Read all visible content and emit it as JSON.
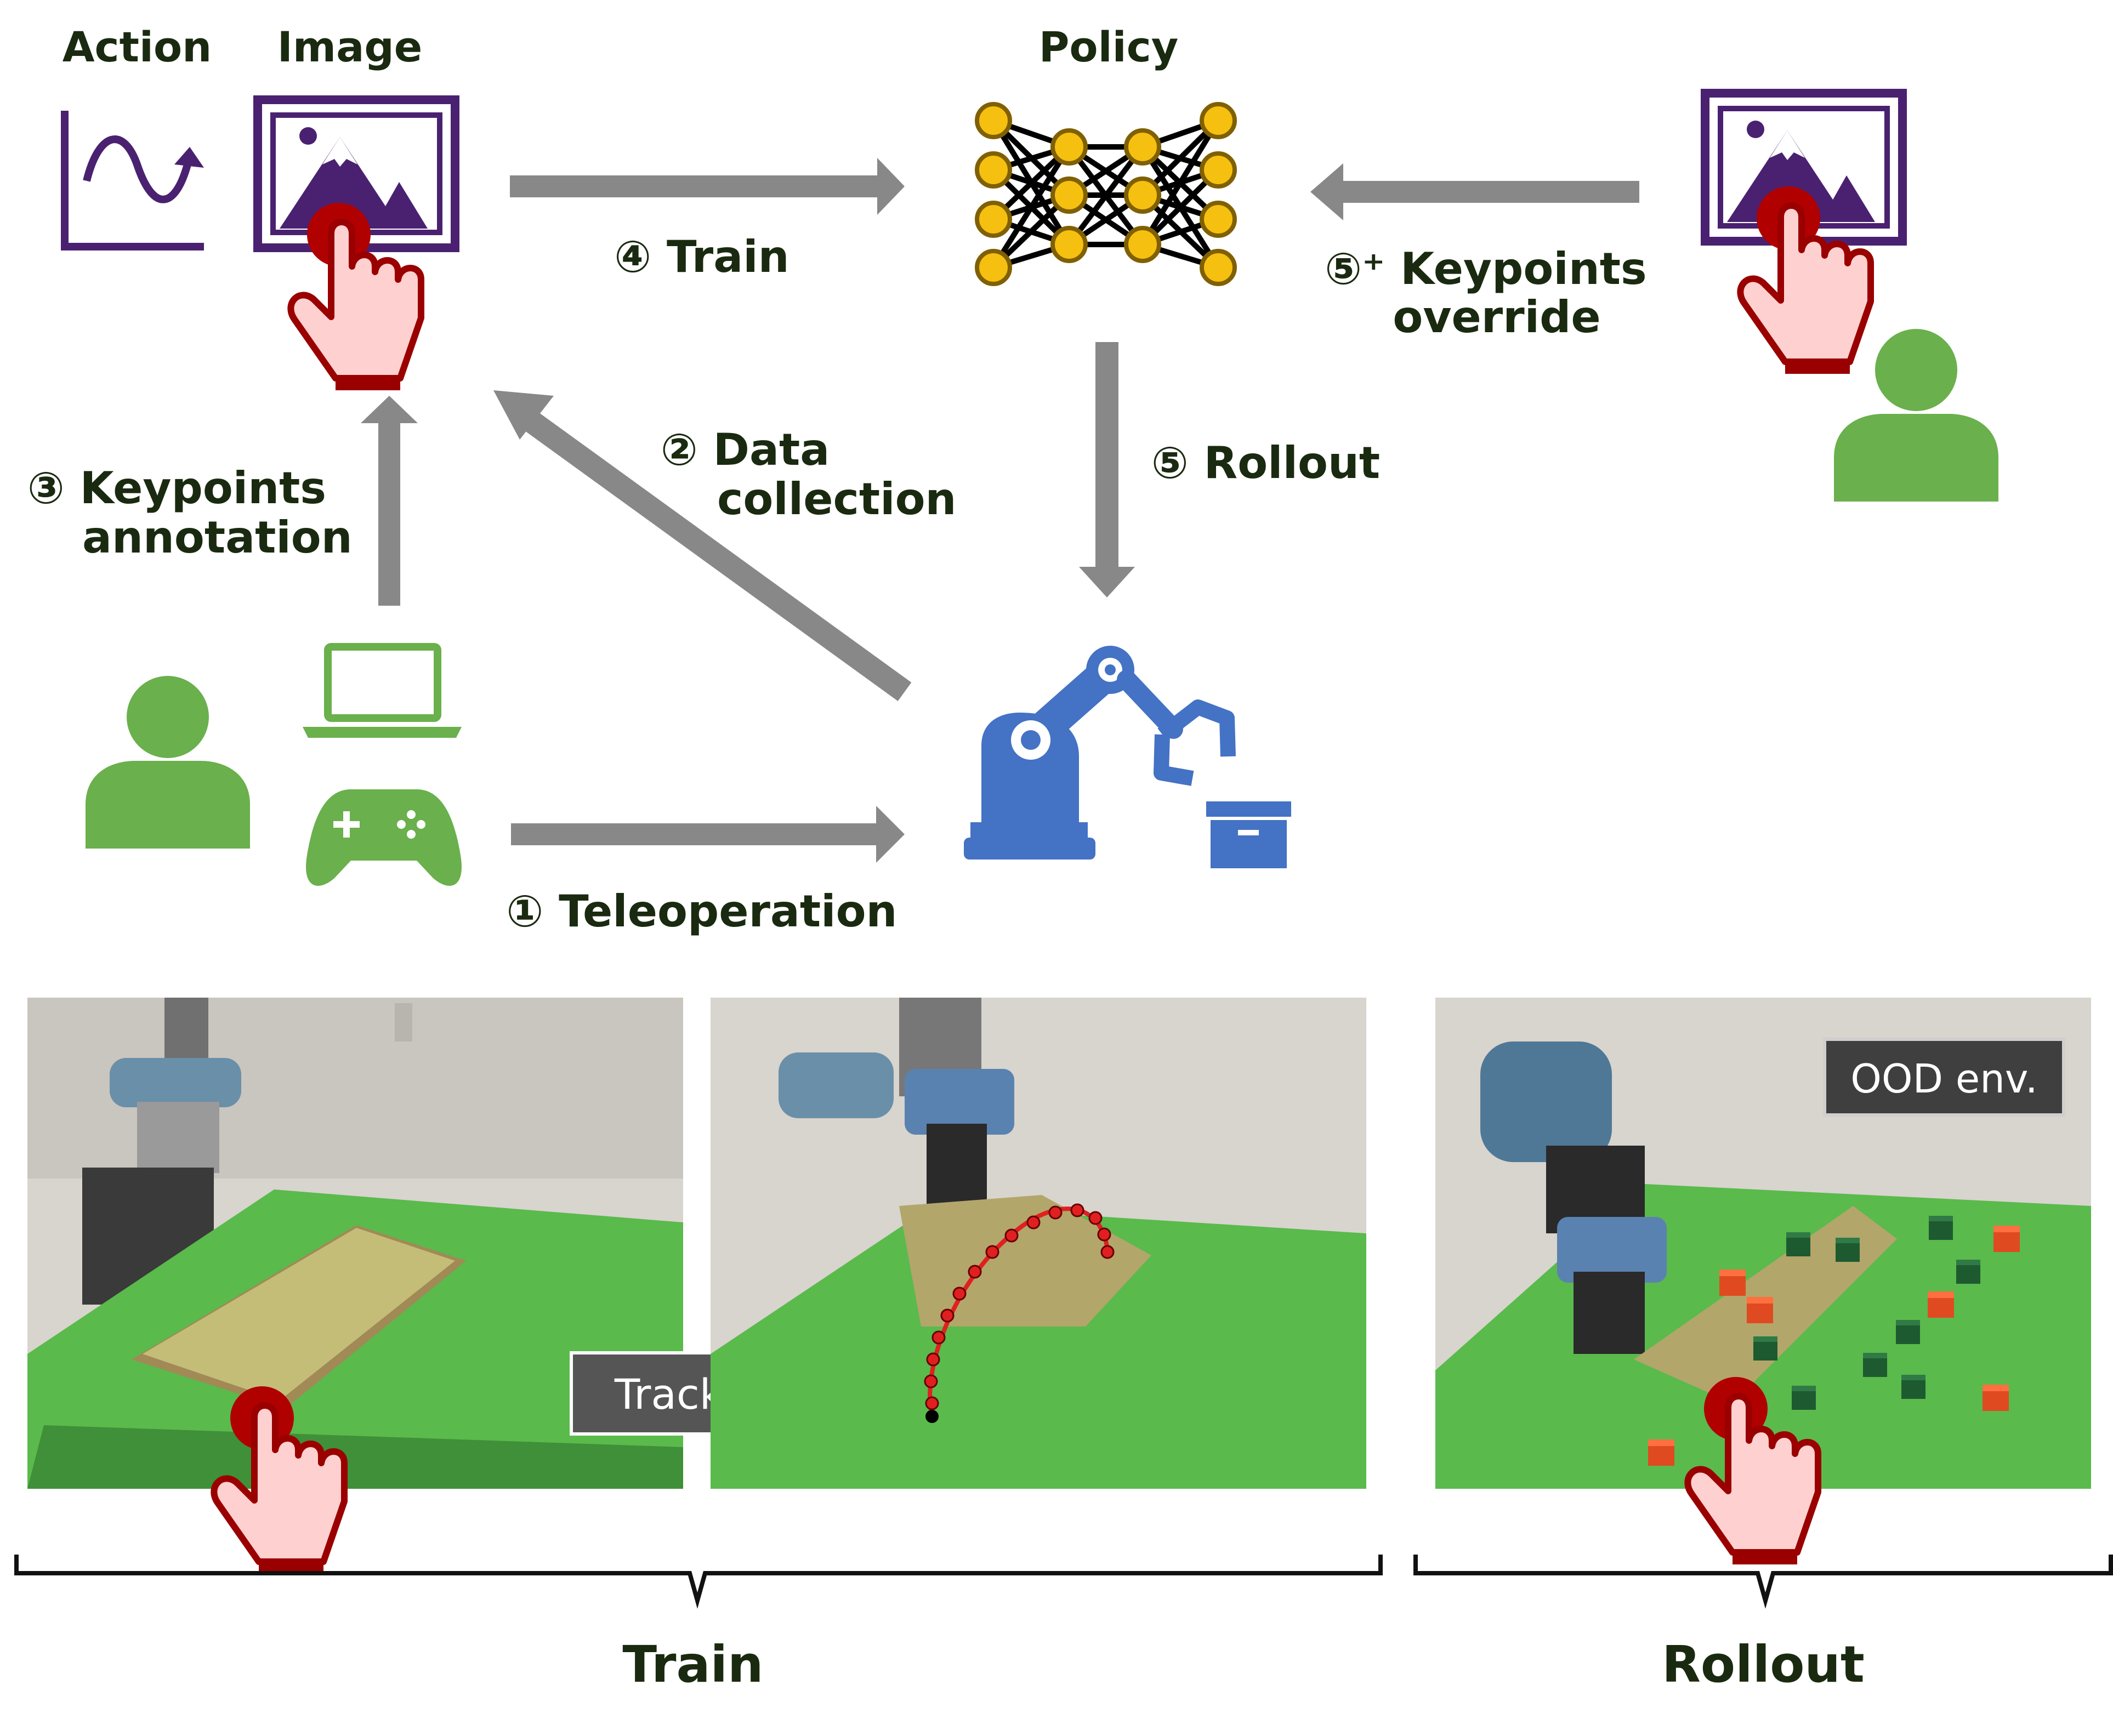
{
  "labels": {
    "action": "Action",
    "image": "Image",
    "policy": "Policy",
    "train_step": "④ Train",
    "keypoints_override_1": "⑤⁺ Keypoints",
    "keypoints_override_2": "override",
    "keypoints_annotation_1": "③ Keypoints",
    "keypoints_annotation_2": "annotation",
    "data_collection_1": "② Data",
    "data_collection_2": "collection",
    "rollout_step": "⑤ Rollout",
    "teleoperation": "① Teleoperation",
    "tracker": "Tracker",
    "ood_env": "OOD env.",
    "train_section": "Train",
    "rollout_section": "Rollout"
  },
  "colors": {
    "purple": "#4a2170",
    "green": "#6ab04c",
    "blue": "#4472c4",
    "arrow_gray": "#888888",
    "node_yellow": "#f5c010",
    "hand_red": "#b00000",
    "trajectory_red": "#e02020"
  },
  "icons": [
    "action-curve-icon",
    "image-icon",
    "touch-hand-icon",
    "neural-network-icon",
    "user-icon",
    "laptop-icon",
    "gamepad-icon",
    "robot-arm-icon",
    "box-icon"
  ]
}
